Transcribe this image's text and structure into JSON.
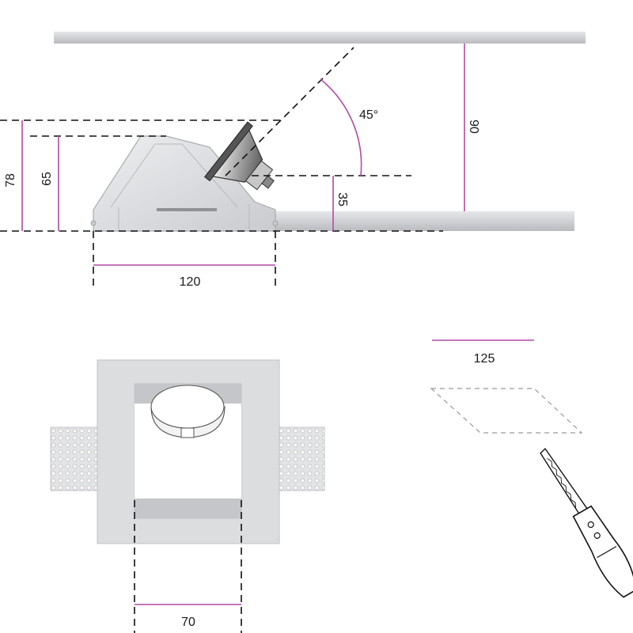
{
  "dimensions": {
    "ceiling_gap": "90",
    "angle": "45°",
    "height_total": "78",
    "height_body": "65",
    "lamp_offset": "35",
    "width": "120",
    "cutout_side": "125",
    "opening_width": "70"
  },
  "colors": {
    "dimension_line": "#b14aa3",
    "plaster": "#d9dadd",
    "plaster_edge": "#b4b6ba",
    "dashed_line": "#111111"
  }
}
